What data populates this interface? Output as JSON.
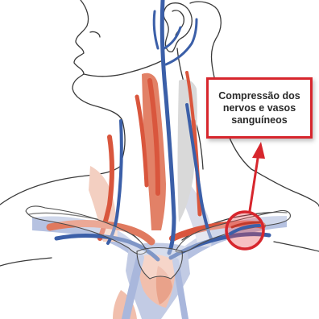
{
  "callout": {
    "line1": "Compressão dos",
    "line2": "nervos e vasos",
    "line3": "sanguíneos"
  },
  "colors": {
    "callout_red": "#d7262d",
    "vein_blue": "#3b5fa8",
    "artery_red": "#d9563d",
    "muscle_red": "#e4896b",
    "vessel_light_blue": "#a9b7dc",
    "muscle_light": "#efb59f",
    "outline": "#3a3a3a"
  },
  "icons": {
    "arrow": "arrow-up-icon",
    "highlight": "red-circle-highlight"
  }
}
